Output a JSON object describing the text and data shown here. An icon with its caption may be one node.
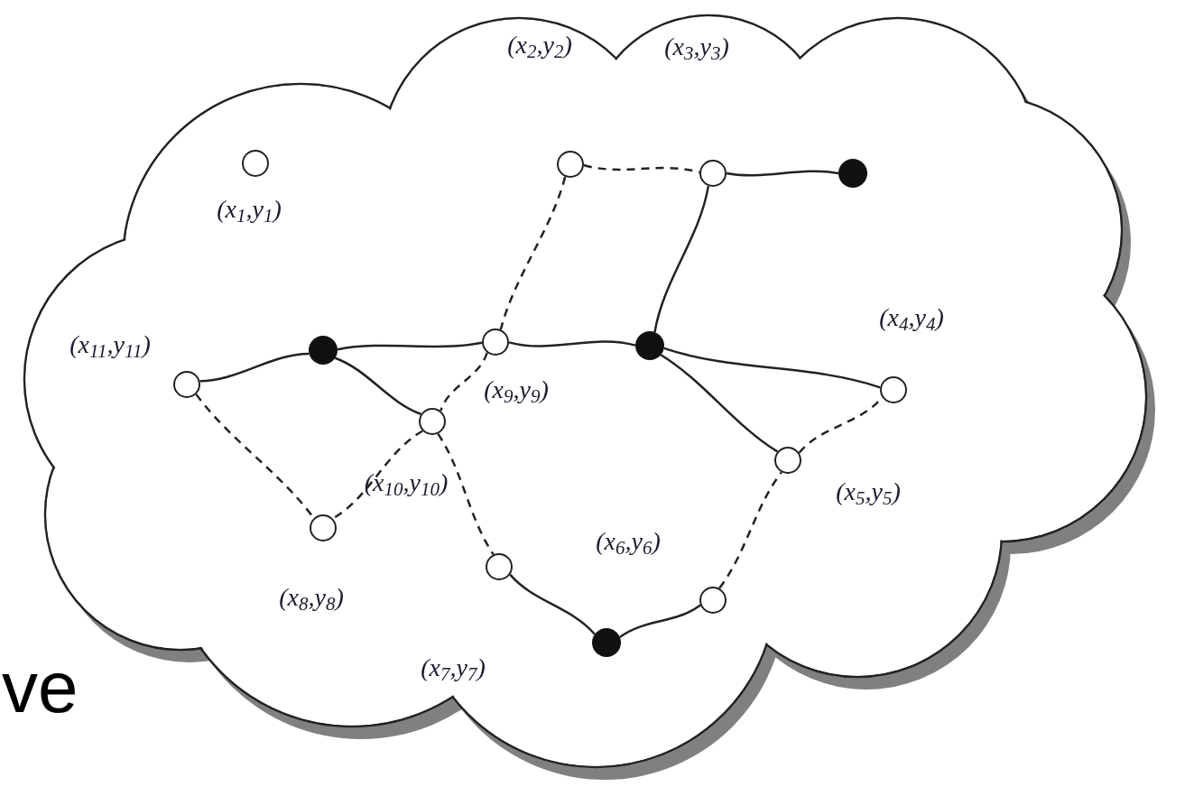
{
  "diagram": {
    "nodes": [
      {
        "text": [],
        "shape": "cloud"
      },
      {
        "text": [],
        "shape": "circle",
        "in": 0,
        "beside": [
          "(x$_{1}$,y$_{1}$)"
        ]
      },
      {
        "text": [],
        "shape": "circle",
        "in": 0,
        "beside": [
          "(x$_{2}$,y$_{2}$)"
        ]
      },
      {
        "text": [],
        "shape": "circle",
        "in": 0,
        "beside": [
          "(x$_{3}$,y$_{3}$)"
        ]
      },
      {
        "text": [],
        "shape": "dot",
        "in": 0
      },
      {
        "text": [],
        "shape": "dot",
        "in": 0
      },
      {
        "text": [],
        "shape": "circle",
        "in": 0,
        "beside": [
          "(x$_{9}$,y$_{9}$)"
        ]
      },
      {
        "text": [],
        "shape": "dot",
        "in": 0
      },
      {
        "text": [],
        "shape": "circle",
        "in": 0,
        "beside": [
          "(x$_{11}$,y$_{11}$)"
        ]
      },
      {
        "text": [],
        "shape": "circle",
        "in": 0,
        "beside": [
          "(x$_{4}$,y$_{4}$)"
        ]
      },
      {
        "text": [],
        "shape": "circle",
        "in": 0,
        "beside": [
          "(x$_{10}$,y$_{10}$)"
        ]
      },
      {
        "text": [],
        "shape": "circle",
        "in": 0,
        "beside": [
          "(x$_{5}$,y$_{5}$)"
        ]
      },
      {
        "text": [],
        "shape": "circle",
        "in": 0,
        "beside": [
          "(x$_{8}$,y$_{8}$)"
        ]
      },
      {
        "text": [],
        "shape": "circle",
        "in": 0,
        "beside": [
          "(x$_{7}$,y$_{7}$)"
        ]
      },
      {
        "text": [],
        "shape": "circle",
        "in": 0,
        "beside": [
          "(x$_{6}$,y$_{6}$)"
        ]
      },
      {
        "text": [],
        "shape": "dot",
        "in": 0
      }
    ],
    "edges": [
      {
        "from": 2,
        "to": 3,
        "arrow": "none",
        "style": "dashed"
      },
      {
        "from": 2,
        "to": 6,
        "arrow": "none",
        "style": "dashed"
      },
      {
        "from": 3,
        "to": 4,
        "arrow": "none"
      },
      {
        "from": 3,
        "to": 7,
        "arrow": "none"
      },
      {
        "from": 6,
        "to": 7,
        "arrow": "none"
      },
      {
        "from": 5,
        "to": 6,
        "arrow": "none"
      },
      {
        "from": 8,
        "to": 5,
        "arrow": "none"
      },
      {
        "from": 5,
        "to": 10,
        "arrow": "none"
      },
      {
        "from": 8,
        "to": 12,
        "arrow": "none",
        "style": "dashed"
      },
      {
        "from": 6,
        "to": 10,
        "arrow": "none",
        "style": "dashed"
      },
      {
        "from": 10,
        "to": 12,
        "arrow": "none",
        "style": "dashed"
      },
      {
        "from": 10,
        "to": 13,
        "arrow": "none",
        "style": "dashed"
      },
      {
        "from": 13,
        "to": 15,
        "arrow": "none"
      },
      {
        "from": 15,
        "to": 14,
        "arrow": "none"
      },
      {
        "from": 14,
        "to": 11,
        "arrow": "none",
        "style": "dashed"
      },
      {
        "from": 11,
        "to": 9,
        "arrow": "none",
        "style": "dashed"
      },
      {
        "from": 7,
        "to": 9,
        "arrow": "none"
      },
      {
        "from": 7,
        "to": 11,
        "arrow": "none"
      }
    ],
    "labels": [
      "ve"
    ]
  }
}
